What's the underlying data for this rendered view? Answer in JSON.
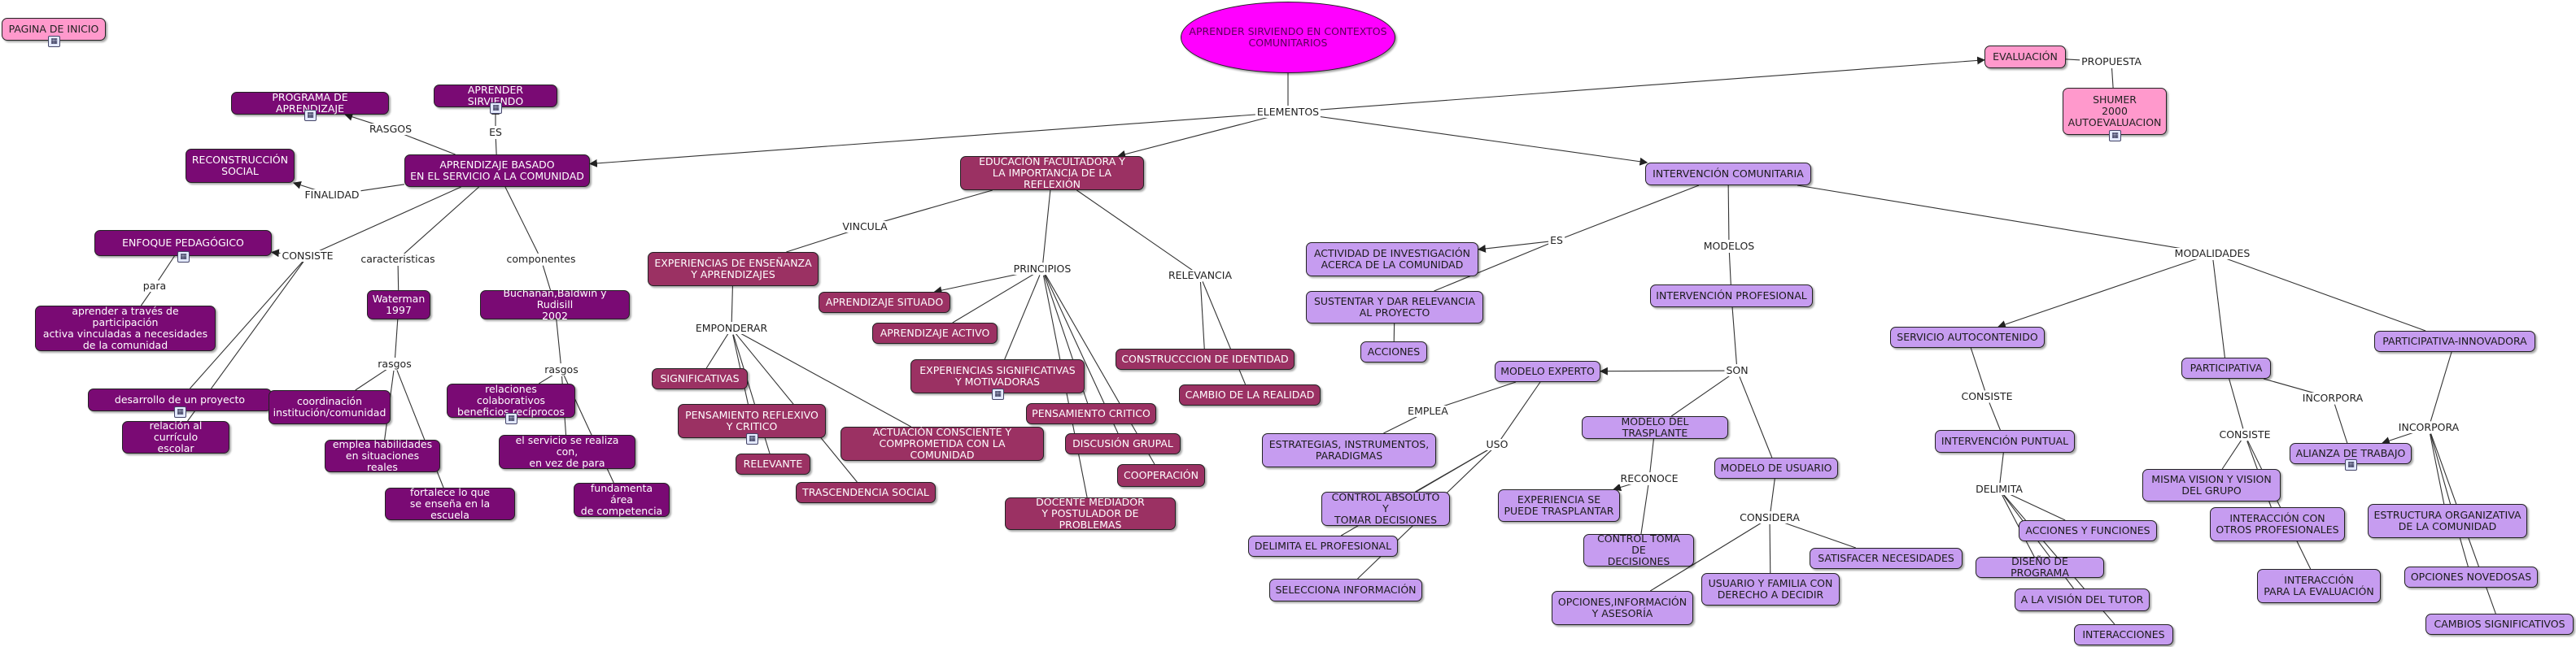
{
  "nodes": [
    {
      "id": "inicio",
      "text": "PAGINA DE INICIO",
      "style": "pink"
    },
    {
      "id": "root",
      "text": "APRENDER SIRVIENDO EN CONTEXTOS\nCOMUNITARIOS",
      "style": "root"
    },
    {
      "id": "evaluacion",
      "text": "EVALUACIÓN",
      "style": "pink"
    },
    {
      "id": "shumer",
      "text": "SHUMER\n2000\nAUTOEVALUACION",
      "style": "pink"
    },
    {
      "id": "prog",
      "text": "PROGRAMA DE APRENDIZAJE",
      "style": "dark"
    },
    {
      "id": "apsirv",
      "text": "APRENDER SIRVIENDO",
      "style": "dark"
    },
    {
      "id": "recon",
      "text": "RECONSTRUCCIÓN\nSOCIAL",
      "style": "dark"
    },
    {
      "id": "abs",
      "text": "APRENDIZAJE BASADO\nEN EL SERVICIO A LA COMUNIDAD",
      "style": "dark"
    },
    {
      "id": "enfoque",
      "text": "ENFOQUE PEDAGÓGICO",
      "style": "dark"
    },
    {
      "id": "aprender",
      "text": "aprender a través de participación\nactiva vinculadas a necesidades\nde la comunidad",
      "style": "dark"
    },
    {
      "id": "desarrollo",
      "text": "desarrollo de un proyecto",
      "style": "dark"
    },
    {
      "id": "relcurr",
      "text": "relación al currículo\nescolar",
      "style": "dark"
    },
    {
      "id": "waterman",
      "text": "Waterman\n1997",
      "style": "dark"
    },
    {
      "id": "coord",
      "text": "coordinación\ninstitución/comunidad",
      "style": "dark"
    },
    {
      "id": "emplea",
      "text": "emplea habilidades\nen situaciones reales",
      "style": "dark"
    },
    {
      "id": "fortalece",
      "text": "fortalece lo que\nse enseña en la escuela",
      "style": "dark"
    },
    {
      "id": "buchanan",
      "text": "Buchanan,Baldwin y Rudisill\n2002",
      "style": "dark"
    },
    {
      "id": "relcolab",
      "text": "relaciones colaborativos\nbeneficios recíprocos",
      "style": "dark"
    },
    {
      "id": "servreal",
      "text": "el servicio se realiza con,\nen vez de para",
      "style": "dark"
    },
    {
      "id": "fundam",
      "text": "fundamenta área\nde competencia",
      "style": "dark"
    },
    {
      "id": "edufac",
      "text": "EDUCACIÓN FACULTADORA Y\nLA IMPORTANCIA DE LA REFLEXIÓN",
      "style": "mid"
    },
    {
      "id": "expens",
      "text": "EXPERIENCIAS DE ENSEÑANZA\nY APRENDIZAJES",
      "style": "mid"
    },
    {
      "id": "apsit",
      "text": "APRENDIZAJE SITUADO",
      "style": "mid"
    },
    {
      "id": "apact",
      "text": "APRENDIZAJE ACTIVO",
      "style": "mid"
    },
    {
      "id": "expsig",
      "text": "EXPERIENCIAS SIGNIFICATIVAS\nY MOTIVADORAS",
      "style": "mid"
    },
    {
      "id": "signif",
      "text": "SIGNIFICATIVAS",
      "style": "mid"
    },
    {
      "id": "pensref",
      "text": "PENSAMIENTO REFLEXIVO\nY CRITICO",
      "style": "mid"
    },
    {
      "id": "relev",
      "text": "RELEVANTE",
      "style": "mid"
    },
    {
      "id": "actcons",
      "text": "ACTUACIÓN CONSCIENTE Y\nCOMPROMETIDA CON LA COMUNIDAD",
      "style": "mid"
    },
    {
      "id": "trasc",
      "text": "TRASCENDENCIA SOCIAL",
      "style": "mid"
    },
    {
      "id": "penscrit",
      "text": "PENSAMIENTO CRITICO",
      "style": "mid"
    },
    {
      "id": "discgr",
      "text": "DISCUSIÓN GRUPAL",
      "style": "mid"
    },
    {
      "id": "coop",
      "text": "COOPERACIÓN",
      "style": "mid"
    },
    {
      "id": "docente",
      "text": "DOCENTE MEDIADOR\nY POSTULADOR DE PROBLEMAS",
      "style": "mid"
    },
    {
      "id": "constid",
      "text": "CONSTRUCCCION DE IDENTIDAD",
      "style": "mid"
    },
    {
      "id": "cambio",
      "text": "CAMBIO DE LA REALIDAD",
      "style": "mid"
    },
    {
      "id": "intcom",
      "text": "INTERVENCIÓN COMUNITARIA",
      "style": "lav"
    },
    {
      "id": "actinv",
      "text": "ACTIVIDAD DE INVESTIGACIÓN\nACERCA DE LA COMUNIDAD",
      "style": "lav"
    },
    {
      "id": "sustentar",
      "text": "SUSTENTAR Y DAR RELEVANCIA\nAL PROYECTO",
      "style": "lav"
    },
    {
      "id": "acciones",
      "text": "ACCIONES",
      "style": "lav"
    },
    {
      "id": "intprof",
      "text": "INTERVENCIÓN PROFESIONAL",
      "style": "lav"
    },
    {
      "id": "modexp",
      "text": "MODELO EXPERTO",
      "style": "lav"
    },
    {
      "id": "estrat",
      "text": "ESTRATEGIAS, INSTRUMENTOS,\nPARADIGMAS",
      "style": "lav"
    },
    {
      "id": "controlabs",
      "text": "CONTROL ABSOLUTO Y\nTOMAR DECISIONES",
      "style": "lav"
    },
    {
      "id": "delimita",
      "text": "DELIMITA EL PROFESIONAL",
      "style": "lav"
    },
    {
      "id": "selecc",
      "text": "SELECCIONA INFORMACIÓN",
      "style": "lav"
    },
    {
      "id": "modtras",
      "text": "MODELO DEL TRASPLANTE",
      "style": "lav"
    },
    {
      "id": "expsep",
      "text": "EXPERIENCIA SE\nPUEDE TRASPLANTAR",
      "style": "lav"
    },
    {
      "id": "ctrltoma",
      "text": "CONTROL TOMA DE\nDECISIONES",
      "style": "lav"
    },
    {
      "id": "modusu",
      "text": "MODELO DE USUARIO",
      "style": "lav"
    },
    {
      "id": "satisf",
      "text": "SATISFACER NECESIDADES",
      "style": "lav"
    },
    {
      "id": "usufam",
      "text": "USUARIO Y FAMILIA CON\nDERECHO A DECIDIR",
      "style": "lav"
    },
    {
      "id": "opciones",
      "text": "OPCIONES,INFORMACIÓN\nY ASESORÍA",
      "style": "lav"
    },
    {
      "id": "servauto",
      "text": "SERVICIO AUTOCONTENIDO",
      "style": "lav"
    },
    {
      "id": "intpunt",
      "text": "INTERVENCIÓN PUNTUAL",
      "style": "lav"
    },
    {
      "id": "accfunc",
      "text": "ACCIONES Y FUNCIONES",
      "style": "lav"
    },
    {
      "id": "disprog",
      "text": "DISEÑO DE PROGRAMA",
      "style": "lav"
    },
    {
      "id": "vistutor",
      "text": "A LA VISIÓN DEL TUTOR",
      "style": "lav"
    },
    {
      "id": "interacc",
      "text": "INTERACCIONES",
      "style": "lav"
    },
    {
      "id": "particip",
      "text": "PARTICIPATIVA",
      "style": "lav"
    },
    {
      "id": "mismavis",
      "text": "MISMA VISION Y VISION\nDEL GRUPO",
      "style": "lav"
    },
    {
      "id": "intconotros",
      "text": "INTERACCIÓN CON\nOTROS PROFESIONALES",
      "style": "lav"
    },
    {
      "id": "inteval",
      "text": "INTERACCIÓN\nPARA LA EVALUACIÓN",
      "style": "lav"
    },
    {
      "id": "alianza",
      "text": "ALIANZA DE TRABAJO",
      "style": "lav"
    },
    {
      "id": "partinnov",
      "text": "PARTICIPATIVA-INNOVADORA",
      "style": "lav"
    },
    {
      "id": "estorg",
      "text": "ESTRUCTURA ORGANIZATIVA\nDE LA COMUNIDAD",
      "style": "lav"
    },
    {
      "id": "opcnov",
      "text": "OPCIONES NOVEDOSAS",
      "style": "lav"
    },
    {
      "id": "cambsig",
      "text": "CAMBIOS SIGNIFICATIVOS",
      "style": "lav"
    }
  ],
  "link_labels": [
    {
      "id": "elementos",
      "text": "ELEMENTOS"
    },
    {
      "id": "propuesta",
      "text": "PROPUESTA"
    },
    {
      "id": "rasgos1",
      "text": "RASGOS"
    },
    {
      "id": "es1",
      "text": "ES"
    },
    {
      "id": "finalidad",
      "text": "FINALIDAD"
    },
    {
      "id": "consiste1",
      "text": "CONSISTE"
    },
    {
      "id": "para",
      "text": "para"
    },
    {
      "id": "caract",
      "text": "caracteristicas"
    },
    {
      "id": "rasgos2",
      "text": "rasgos"
    },
    {
      "id": "componentes",
      "text": "componentes"
    },
    {
      "id": "rasgos3",
      "text": "rasgos"
    },
    {
      "id": "vincula",
      "text": "VINCULA"
    },
    {
      "id": "principios",
      "text": "PRINCIPIOS"
    },
    {
      "id": "relevancia",
      "text": "RELEVANCIA"
    },
    {
      "id": "empondera",
      "text": "EMPONDERAR"
    },
    {
      "id": "es2",
      "text": "ES"
    },
    {
      "id": "modelos",
      "text": "MODELOS"
    },
    {
      "id": "son",
      "text": "SON"
    },
    {
      "id": "emplea2",
      "text": "EMPLEA"
    },
    {
      "id": "uso",
      "text": "USO"
    },
    {
      "id": "reconoce",
      "text": "RECONOCE"
    },
    {
      "id": "considera",
      "text": "CONSIDERA"
    },
    {
      "id": "modalidades",
      "text": "MODALIDADES"
    },
    {
      "id": "consiste2",
      "text": "CONSISTE"
    },
    {
      "id": "delimita2",
      "text": "DELIMITA"
    },
    {
      "id": "consiste3",
      "text": "CONSISTE"
    },
    {
      "id": "incorpora1",
      "text": "INCORPORA"
    },
    {
      "id": "incorpora2",
      "text": "INCORPORA"
    }
  ],
  "attachment_icons": [
    "inicio",
    "shumer",
    "prog",
    "apsirv",
    "enfoque",
    "desarrollo",
    "pensref",
    "expsig",
    "alianza",
    "relcolab"
  ],
  "colors": {
    "root": "#ff00ff",
    "pink": "#ff99cc",
    "dark": "#7a0a74",
    "mid": "#9b3163",
    "lav": "#c69cf0",
    "line": "#333333"
  }
}
